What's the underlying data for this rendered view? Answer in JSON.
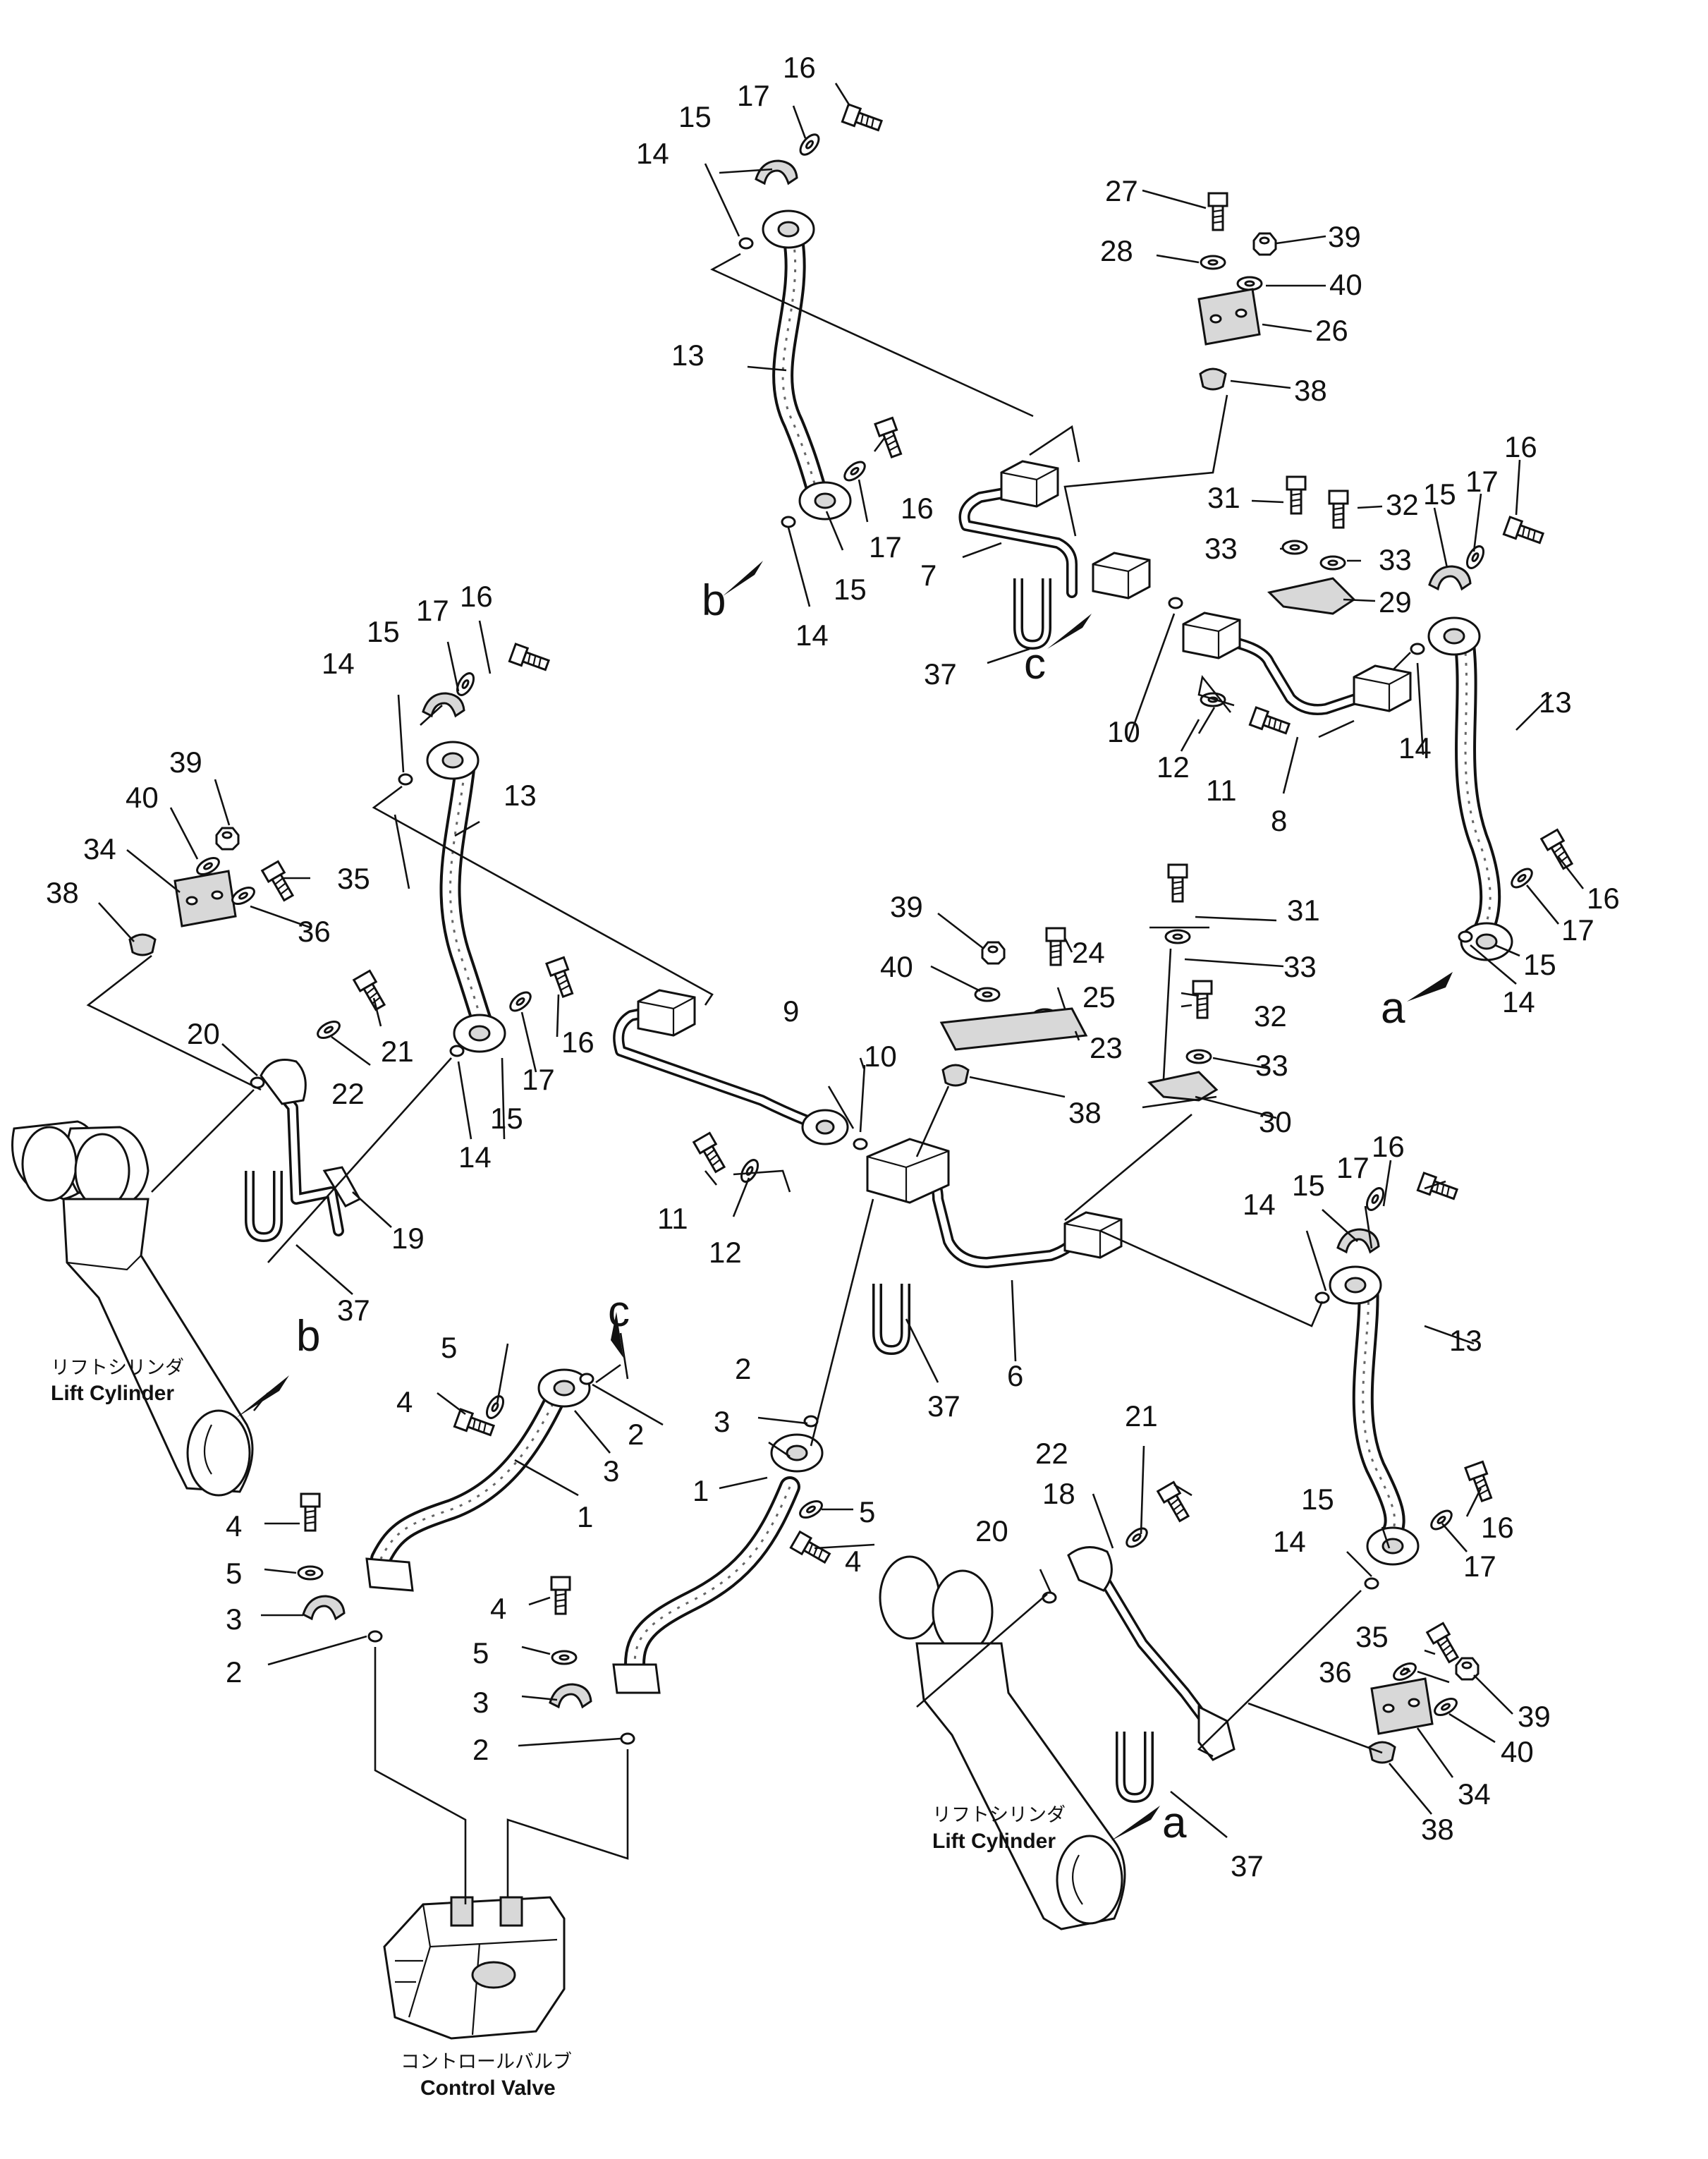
{
  "labels": {
    "lift_cylinder_jp": "リフトシリンダ",
    "lift_cylinder_en": "Lift Cylinder",
    "control_valve_jp": "コントロールバルブ",
    "control_valve_en": "Control Valve",
    "view_a": "a",
    "view_b": "b",
    "view_c": "c"
  },
  "part_numbers": {
    "p1": "1",
    "p2": "2",
    "p3": "3",
    "p4": "4",
    "p5": "5",
    "p6": "6",
    "p7": "7",
    "p8": "8",
    "p9": "9",
    "p10": "10",
    "p11": "11",
    "p12": "12",
    "p13": "13",
    "p14": "14",
    "p15": "15",
    "p16": "16",
    "p17": "17",
    "p18": "18",
    "p19": "19",
    "p20": "20",
    "p21": "21",
    "p22": "22",
    "p23": "23",
    "p24": "24",
    "p25": "25",
    "p26": "26",
    "p27": "27",
    "p28": "28",
    "p29": "29",
    "p30": "30",
    "p31": "31",
    "p32": "32",
    "p33": "33",
    "p34": "34",
    "p35": "35",
    "p36": "36",
    "p37": "37",
    "p38": "38",
    "p39": "39",
    "p40": "40"
  }
}
